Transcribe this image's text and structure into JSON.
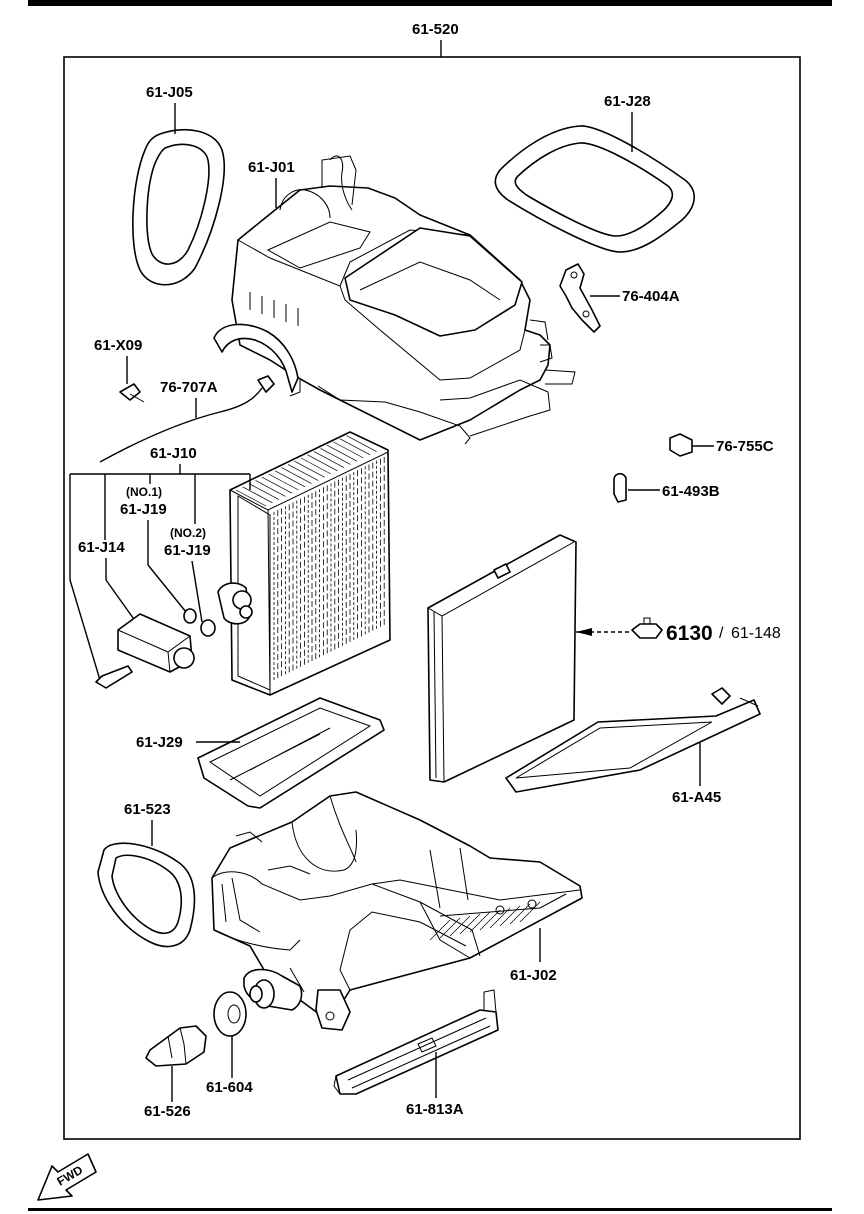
{
  "assembly_label": "61-520",
  "parts": {
    "p_61_J05": "61-J05",
    "p_61_J28": "61-J28",
    "p_61_J01": "61-J01",
    "p_76_404A": "76-404A",
    "p_61_X09": "61-X09",
    "p_76_707A": "76-707A",
    "p_76_755C": "76-755C",
    "p_61_J10": "61-J10",
    "p_61_493B": "61-493B",
    "no1": "(NO.1)",
    "p_61_J19_a": "61-J19",
    "no2": "(NO.2)",
    "p_61_J19_b": "61-J19",
    "p_61_J14": "61-J14",
    "ref_6130": "6130",
    "ref_slash": "/",
    "ref_61_148": "61-148",
    "p_61_J29": "61-J29",
    "p_61_A45": "61-A45",
    "p_61_523": "61-523",
    "p_61_J02": "61-J02",
    "p_61_604": "61-604",
    "p_61_526": "61-526",
    "p_61_813A": "61-813A"
  },
  "fwd_label": "FWD"
}
